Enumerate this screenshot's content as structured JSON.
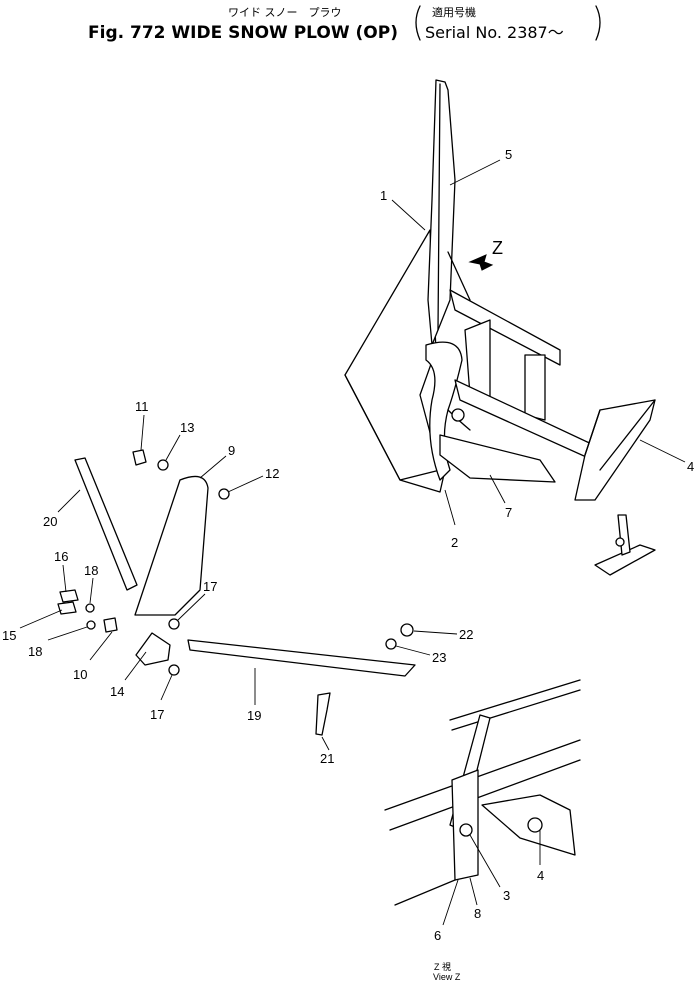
{
  "title": {
    "jp_line": "ワイド スノー　プラウ",
    "main": "Fig. 772 WIDE SNOW PLOW (OP)",
    "serial_jp": "適用号機",
    "serial": "Serial No. 2387～"
  },
  "callouts": [
    "1",
    "2",
    "3",
    "4",
    "4",
    "5",
    "6",
    "7",
    "8",
    "9",
    "10",
    "11",
    "12",
    "13",
    "14",
    "15",
    "16",
    "17",
    "17",
    "18",
    "18",
    "19",
    "20",
    "21",
    "22",
    "23"
  ],
  "view": {
    "z_mark": "Z",
    "caption_jp": "Z 視",
    "caption_en": "View Z"
  }
}
